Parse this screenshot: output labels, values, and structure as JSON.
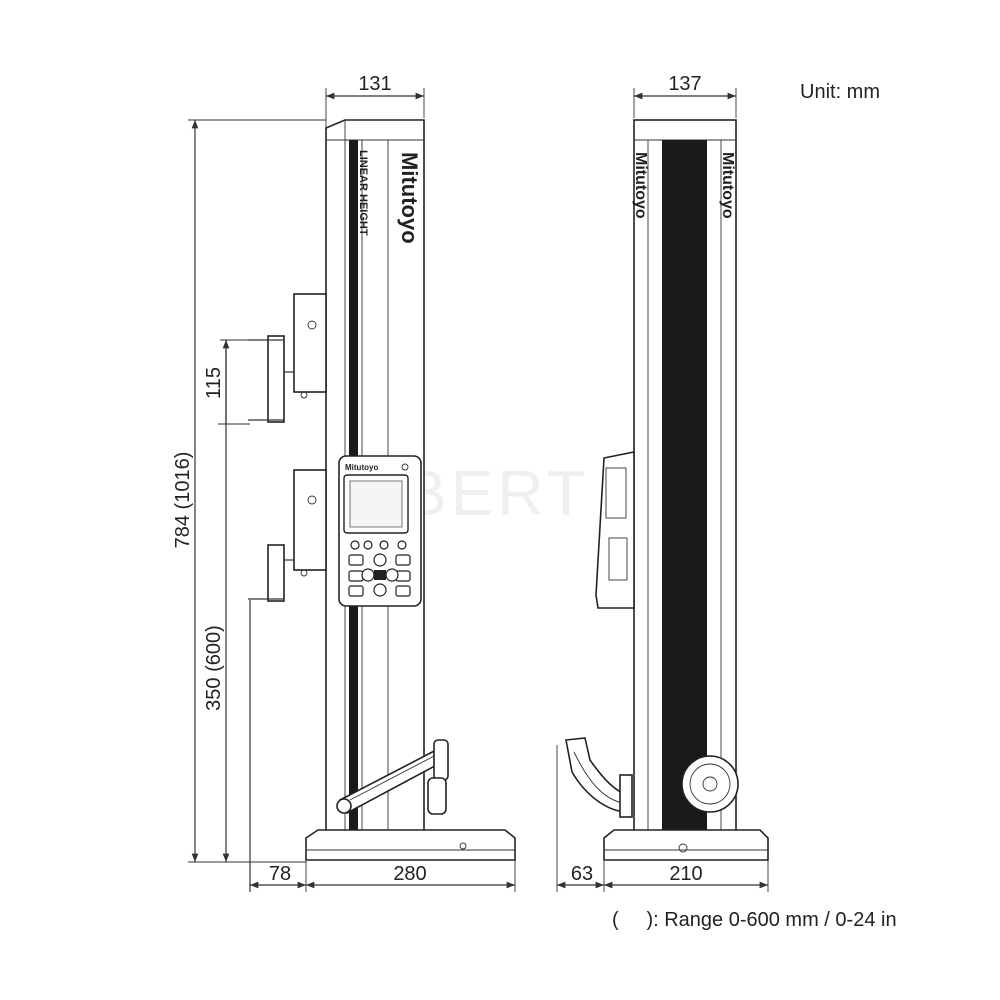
{
  "unit_label": "Unit: mm",
  "dimensions": {
    "left_width": "131",
    "right_width": "137",
    "total_height": "784 (1016)",
    "range_height": "350 (600)",
    "bracket_height": "115",
    "left_offset": "78",
    "left_base": "280",
    "right_offset": "63",
    "right_base": "210"
  },
  "footnote": "(     ): Range 0-600 mm / 0-24 in",
  "branding": {
    "maker": "Mitutoyo",
    "product": "LINEAR HEIGHT",
    "display_brand": "Mitutoyo",
    "watermark": "ROBERT"
  }
}
